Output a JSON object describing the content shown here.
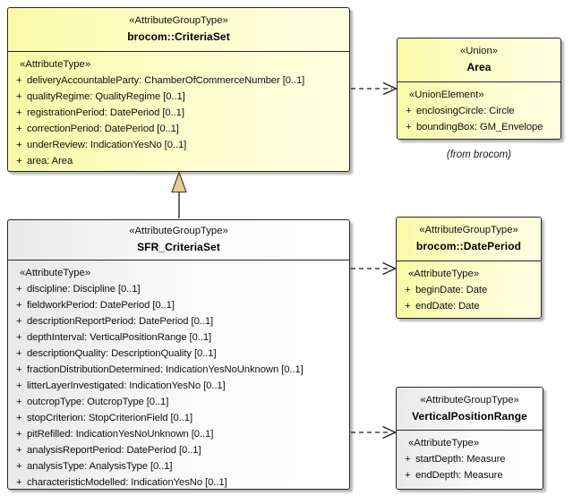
{
  "boxes": {
    "criteria_set": {
      "stereotype": "«AttributeGroupType»",
      "name": "brocom::CriteriaSet",
      "section": "«AttributeType»",
      "attributes": [
        {
          "vis": "+",
          "text": "deliveryAccountableParty: ChamberOfCommerceNumber [0..1]"
        },
        {
          "vis": "+",
          "text": "qualityRegime: QualityRegime [0..1]"
        },
        {
          "vis": "+",
          "text": "registrationPeriod: DatePeriod [0..1]"
        },
        {
          "vis": "+",
          "text": "correctionPeriod: DatePeriod [0..1]"
        },
        {
          "vis": "+",
          "text": "underReview: IndicationYesNo [0..1]"
        },
        {
          "vis": "+",
          "text": "area: Area"
        }
      ]
    },
    "area": {
      "stereotype": "«Union»",
      "name": "Area",
      "section": "«UnionElement»",
      "attributes": [
        {
          "vis": "+",
          "text": "enclosingCircle: Circle"
        },
        {
          "vis": "+",
          "text": "boundingBox: GM_Envelope"
        }
      ],
      "caption": "(from brocom)"
    },
    "sfr_criteria_set": {
      "stereotype": "«AttributeGroupType»",
      "name": "SFR_CriteriaSet",
      "section": "«AttributeType»",
      "attributes": [
        {
          "vis": "+",
          "text": "discipline: Discipline [0..1]"
        },
        {
          "vis": "+",
          "text": "fieldworkPeriod: DatePeriod [0..1]"
        },
        {
          "vis": "+",
          "text": "descriptionReportPeriod: DatePeriod [0..1]"
        },
        {
          "vis": "+",
          "text": "depthInterval: VerticalPositionRange [0..1]"
        },
        {
          "vis": "+",
          "text": "descriptionQuality: DescriptionQuality [0..1]"
        },
        {
          "vis": "+",
          "text": "fractionDistributionDetermined: IndicationYesNoUnknown [0..1]"
        },
        {
          "vis": "+",
          "text": "litterLayerInvestigated: IndicationYesNo [0..1]"
        },
        {
          "vis": "+",
          "text": "outcropType: OutcropType [0..1]"
        },
        {
          "vis": "+",
          "text": "stopCriterion: StopCriterionField [0..1]"
        },
        {
          "vis": "+",
          "text": "pitRefilled: IndicationYesNoUnknown [0..1]"
        },
        {
          "vis": "+",
          "text": "analysisReportPeriod: DatePeriod [0..1]"
        },
        {
          "vis": "+",
          "text": "analysisType: AnalysisType [0..1]"
        },
        {
          "vis": "+",
          "text": "characteristicModelled: IndicationYesNo [0..1]"
        }
      ]
    },
    "date_period": {
      "stereotype": "«AttributeGroupType»",
      "name": "brocom::DatePeriod",
      "section": "«AttributeType»",
      "attributes": [
        {
          "vis": "+",
          "text": "beginDate: Date"
        },
        {
          "vis": "+",
          "text": "endDate: Date"
        }
      ]
    },
    "vertical_position_range": {
      "stereotype": "«AttributeGroupType»",
      "name": "VerticalPositionRange",
      "section": "«AttributeType»",
      "attributes": [
        {
          "vis": "+",
          "text": "startDepth: Measure"
        },
        {
          "vis": "+",
          "text": "endDepth: Measure"
        }
      ]
    }
  },
  "connectors": [
    {
      "type": "generalization",
      "from": "SFR_CriteriaSet",
      "to": "brocom::CriteriaSet"
    },
    {
      "type": "dependency",
      "from": "brocom::CriteriaSet",
      "to": "Area"
    },
    {
      "type": "dependency",
      "from": "SFR_CriteriaSet",
      "to": "brocom::DatePeriod"
    },
    {
      "type": "dependency",
      "from": "SFR_CriteriaSet",
      "to": "VerticalPositionRange"
    }
  ],
  "colors": {
    "class_fill_yellow_left": "#fafaa8",
    "class_fill_yellow_right": "#ffffe2",
    "class_fill_white_left": "#e9e9e9",
    "class_fill_white_right": "#ffffff",
    "border": "#262626",
    "line": "#1a1a1a",
    "generalization_triangle_fill": "#ecca96",
    "shadow": "#7d7d7d"
  }
}
